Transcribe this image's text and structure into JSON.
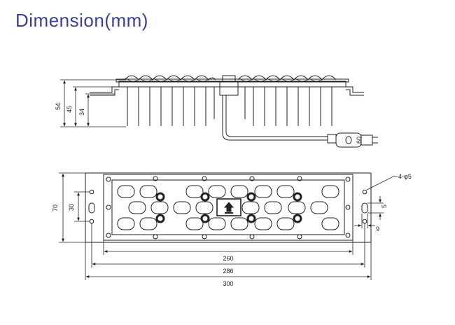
{
  "title": "Dimension(mm)",
  "colors": {
    "title": "#3a3f9a",
    "line": "#222222"
  },
  "side_view": {
    "dims": {
      "d54": "54",
      "d45": "45",
      "d34": "34"
    },
    "connector_label": "60"
  },
  "top_view": {
    "dims": {
      "height_70": "70",
      "height_30": "30",
      "width_260": "260",
      "width_286": "286",
      "width_300": "300",
      "hole_spec": "4-φ5",
      "slot_5": "5",
      "slot_9": "9"
    }
  }
}
